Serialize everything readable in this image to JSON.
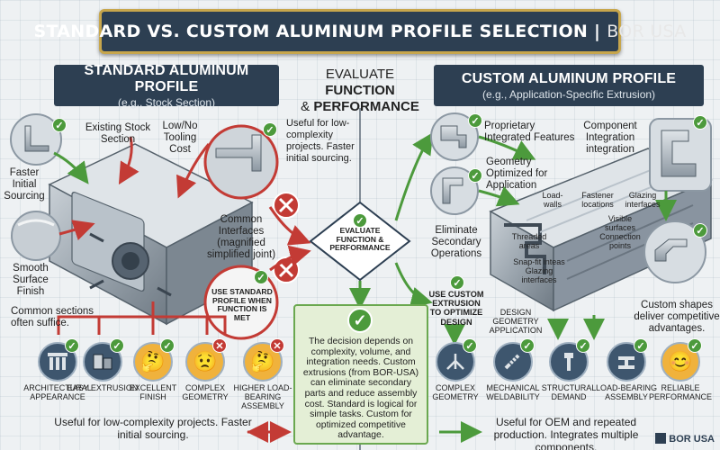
{
  "title": {
    "main": "STANDARD VS. CUSTOM ALUMINUM PROFILE SELECTION",
    "brand": "BOR USA"
  },
  "standard": {
    "heading": "STANDARD ALUMINUM PROFILE",
    "subheading": "(e.g., Stock Section)",
    "callouts": {
      "existing": "Existing Stock Section",
      "tooling": "Low/No Tooling Cost",
      "faster": "Faster Initial Sourcing",
      "smooth": "Smooth Surface Finish",
      "common_interfaces": "Common Interfaces (magnified simplified joint)",
      "useful": "Useful for low-complexity projects. Faster initial sourcing.",
      "use_standard": "USE STANDARD PROFILE WHEN FUNCTION IS MET",
      "common_sections": "Common sections often suffice."
    },
    "icons": [
      {
        "icon": "columns-icon",
        "label": "ARCHITECTURAL APPEARANCE",
        "status": "ok"
      },
      {
        "icon": "extrusion-icon",
        "label": "EASY EXTRUSION",
        "status": "ok"
      },
      {
        "icon": "thinking-face-icon",
        "label": "EXCELLENT FINISH",
        "status": "ok"
      },
      {
        "icon": "worried-face-icon",
        "label": "COMPLEX GEOMETRY",
        "status": "no"
      },
      {
        "icon": "pondering-face-icon",
        "label": "HIGHER LOAD-BEARING ASSEMBLY",
        "status": "no"
      }
    ],
    "footer": "Useful for low-complexity projects. Faster initial sourcing."
  },
  "middle": {
    "heading_prefix": "EVALUATE ",
    "heading_bold1": "FUNCTION",
    "heading_mid": "& ",
    "heading_bold2": "PERFORMANCE",
    "diamond": "EVALUATE FUNCTION & PERFORMANCE",
    "decision": "The decision depends on complexity, volume, and integration needs. Custom extrusions (from BOR-USA) can eliminate secondary parts and reduce assembly cost. Standard is logical for simple tasks. Custom for optimized competitive advantage."
  },
  "custom": {
    "heading": "CUSTOM ALUMINUM PROFILE",
    "subheading": "(e.g., Application-Specific Extrusion)",
    "callouts": {
      "proprietary": "Proprietary Integrated Features",
      "component": "Component Integration integration",
      "geometry": "Geometry Optimized for Application",
      "eliminate": "Eliminate Secondary Operations",
      "use_custom": "USE CUSTOM EXTRUSION TO OPTIMIZE DESIGN",
      "design_app": "DESIGN GEOMETRY APPLICATION",
      "load_walls": "Load-walls",
      "fastener": "Fastener locations",
      "glazing_int": "Glazing interfaces",
      "threaded": "Threaded areas",
      "visible": "Visible surfaces Connection points",
      "snapfit": "Snap-fit inteas Glazing interfaces",
      "custom_shapes": "Custom shapes deliver competitive advantages."
    },
    "icons": [
      {
        "icon": "merge-arrows-icon",
        "label": "COMPLEX GEOMETRY",
        "status": "ok"
      },
      {
        "icon": "screw-icon",
        "label": "MECHANICAL WELDABILITY",
        "status": "ok"
      },
      {
        "icon": "bolt-icon",
        "label": "STRUCTURAL DEMAND",
        "status": "ok"
      },
      {
        "icon": "beam-icon",
        "label": "LOAD-BEARING ASSEMBLY",
        "status": "ok"
      },
      {
        "icon": "smile-face-icon",
        "label": "RELIABLE PERFORMANCE",
        "status": "ok"
      }
    ],
    "footer": "Useful for OEM and repeated production. Integrates multiple components."
  },
  "footer_brand": "BOR USA",
  "colors": {
    "navy": "#2d3f52",
    "gold": "#c7a64c",
    "green": "#4c9a3c",
    "red": "#c33b35",
    "panel_green": "#e4efd6"
  }
}
